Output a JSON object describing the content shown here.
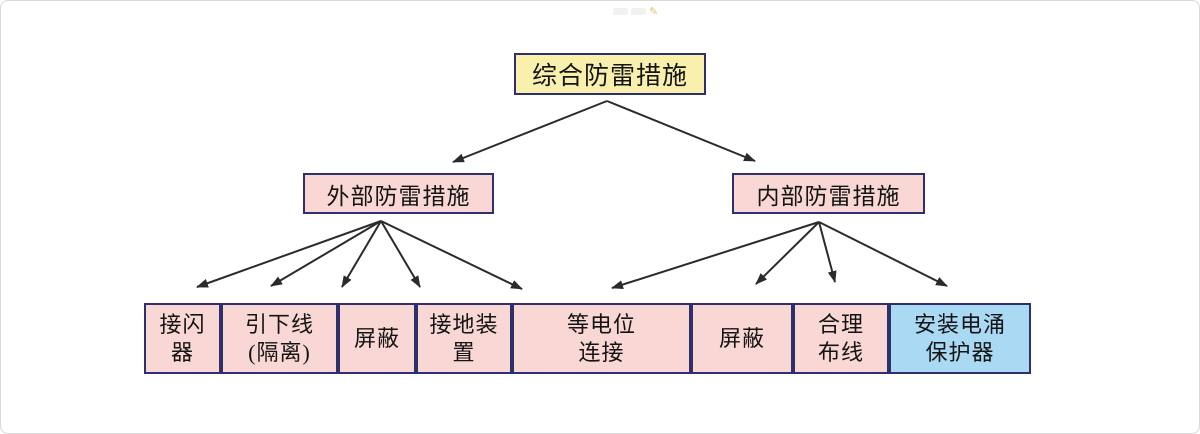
{
  "page": {
    "watermark_icon": "✎"
  },
  "colors": {
    "root_fill": "#FAF0AE",
    "branch_fill": "#F9D7D4",
    "leaf_fill": "#F9D7D4",
    "spd_fill": "#A9D9F3",
    "border": "#2F2F6B",
    "arrow": "#2B2B2B"
  },
  "diagram": {
    "root": {
      "label": "综合防雷措施"
    },
    "branches": [
      {
        "label": "外部防雷措施"
      },
      {
        "label": "内部防雷措施"
      }
    ],
    "leaves": [
      {
        "lines": [
          "接闪",
          "器"
        ]
      },
      {
        "lines": [
          "引下线",
          "(隔离)"
        ]
      },
      {
        "lines": [
          "屏蔽"
        ]
      },
      {
        "lines": [
          "接地装",
          "置"
        ]
      },
      {
        "lines": [
          "等电位",
          "连接"
        ]
      },
      {
        "lines": [
          "屏蔽"
        ]
      },
      {
        "lines": [
          "合理",
          "布线"
        ]
      },
      {
        "lines": [
          "安装电涌",
          "保护器"
        ]
      }
    ]
  }
}
